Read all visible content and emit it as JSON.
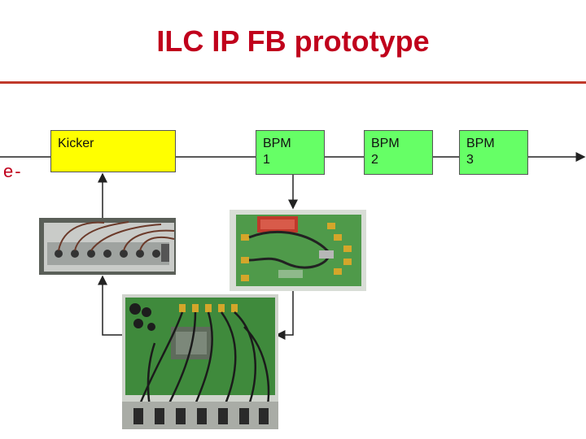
{
  "slide": {
    "title": "ILC IP FB prototype"
  },
  "beam": {
    "particle_label": "e-"
  },
  "elements": {
    "kicker": "Kicker",
    "bpm1": {
      "name": "BPM",
      "number": "1"
    },
    "bpm2": {
      "name": "BPM",
      "number": "2"
    },
    "bpm3": {
      "name": "BPM",
      "number": "3"
    }
  },
  "colors": {
    "title": "#c0001c",
    "rule": "#c0392b",
    "kicker_fill": "#ffff00",
    "bpm_fill": "#66ff66"
  },
  "photos": [
    {
      "name": "kicker-amplifier-photo",
      "icon": "amplifier-hardware-photo"
    },
    {
      "name": "bpm-processor-board-photo",
      "icon": "circuit-board-photo"
    },
    {
      "name": "feedback-board-photo",
      "icon": "fpga-board-photo"
    }
  ]
}
